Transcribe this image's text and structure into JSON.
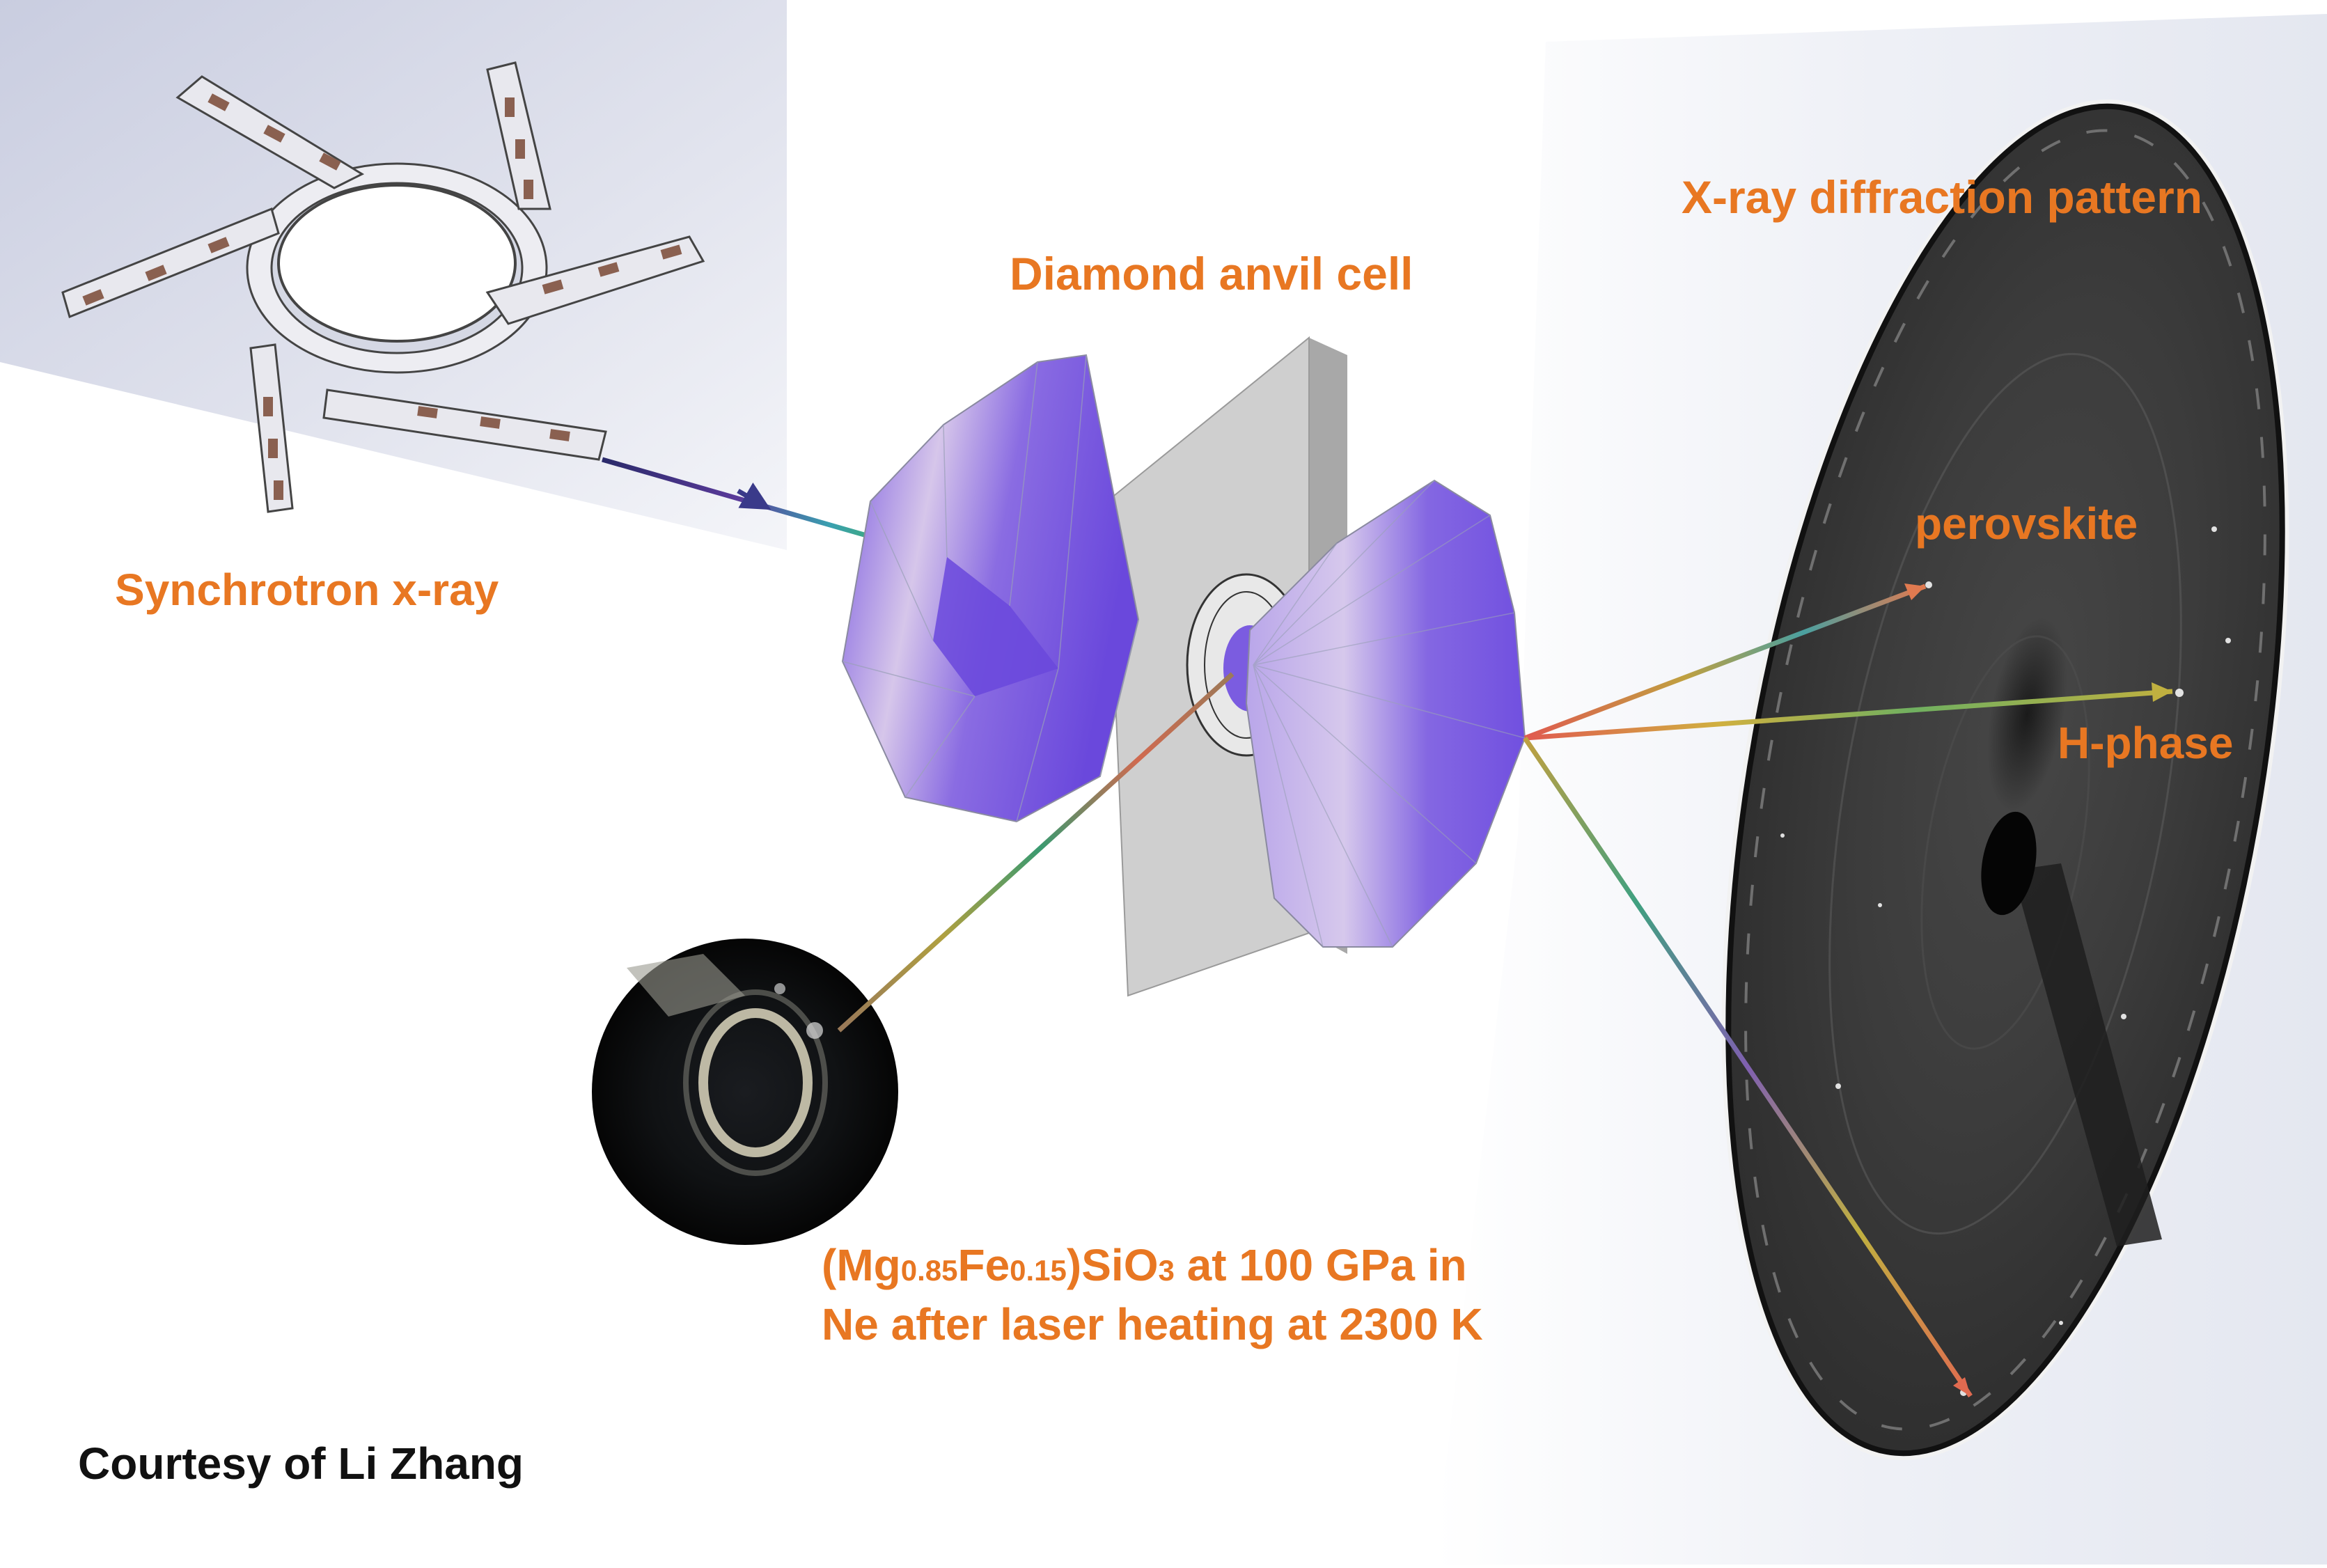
{
  "labels": {
    "synchrotron": "Synchrotron x-ray",
    "dac": "Diamond anvil cell",
    "xrd": "X-ray diffraction pattern",
    "perovskite": "perovskite",
    "hphase": "H-phase",
    "credit": "Courtesy of Li Zhang"
  },
  "sample": {
    "p1": "(Mg",
    "s1": "0.85",
    "p2": "Fe",
    "s2": "0.15",
    "p3": ")SiO",
    "s3": "3",
    "p4": " at 100 GPa in",
    "line2": "Ne after laser heating at 2300 K"
  },
  "colors": {
    "label": "#e87722",
    "credit": "#111111",
    "diamond": "#7b5ce0",
    "diamond_light": "#d8c8ec",
    "gasket": "#cfcfcf",
    "detector": "#3f3f3f"
  }
}
